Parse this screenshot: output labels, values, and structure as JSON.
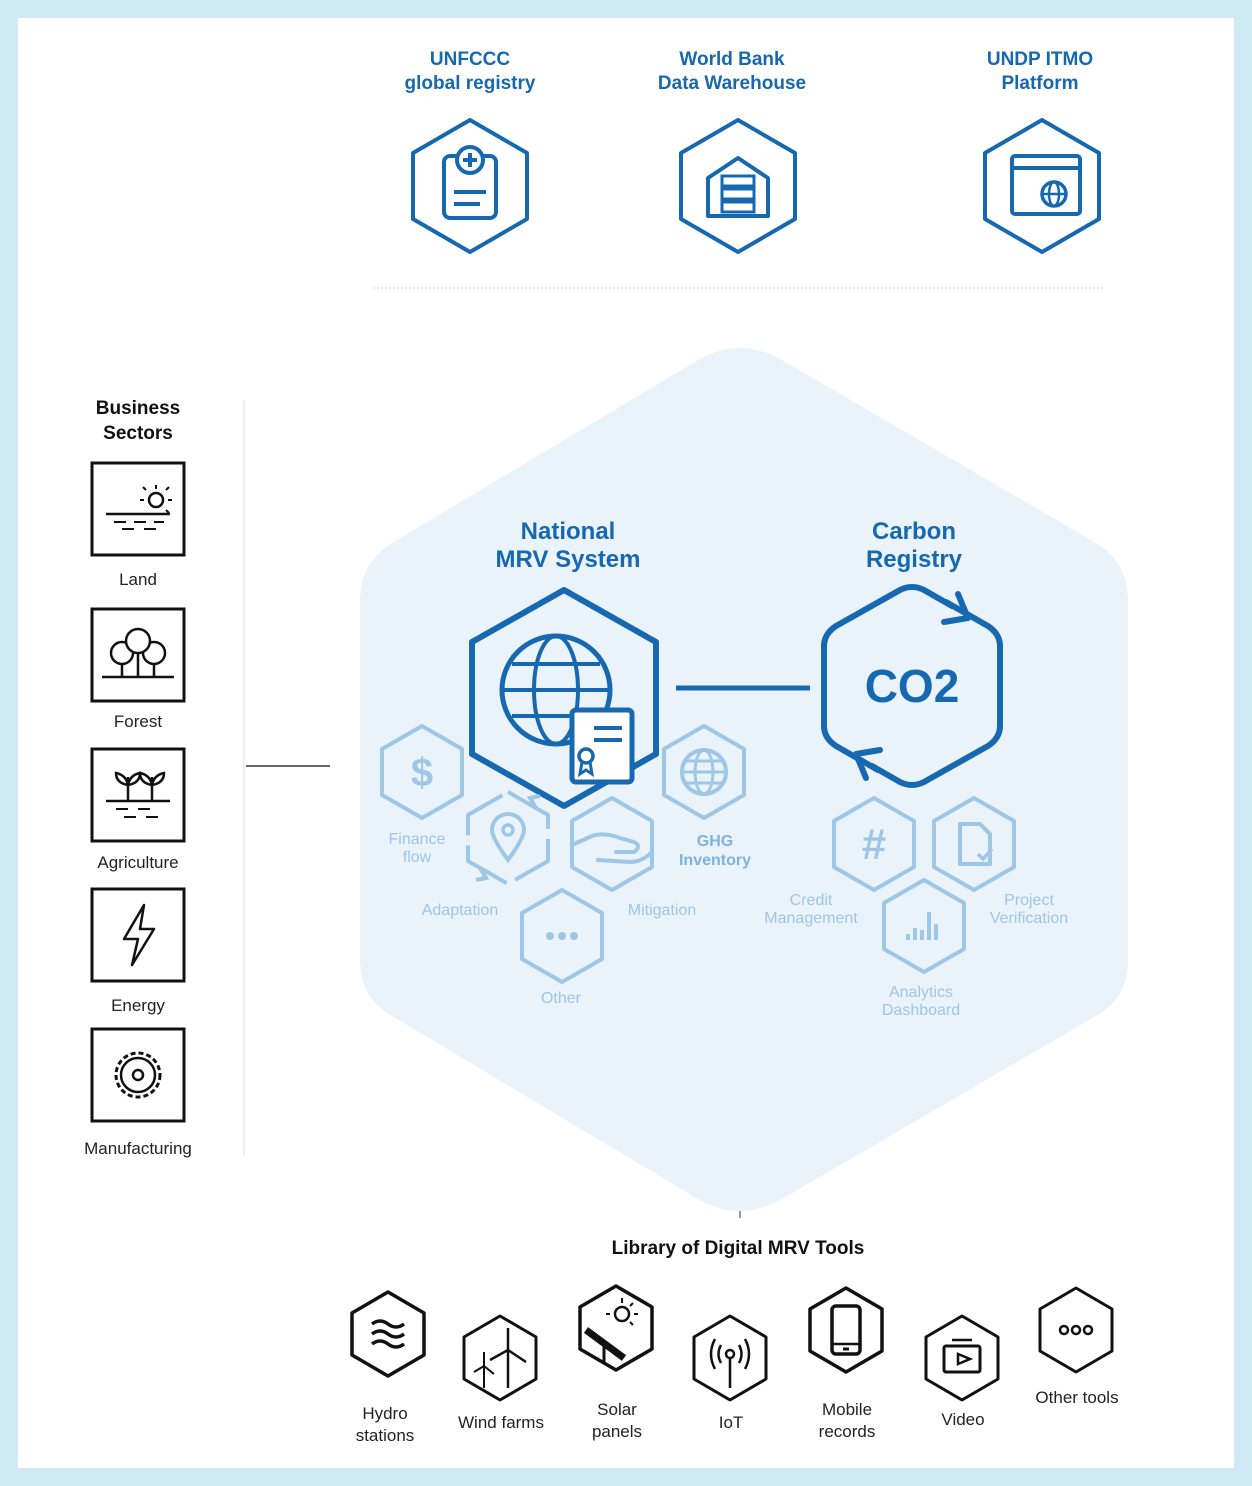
{
  "external_systems": [
    {
      "label": "UNFCCC\nglobal registry",
      "icon": "registry-document-icon"
    },
    {
      "label": "World Bank\nData Warehouse",
      "icon": "server-warehouse-icon"
    },
    {
      "label": "UNDP ITMO\nPlatform",
      "icon": "browser-globe-icon"
    }
  ],
  "business_sectors": {
    "title": "Business\nSectors",
    "items": [
      {
        "label": "Land",
        "icon": "land-sun-icon"
      },
      {
        "label": "Forest",
        "icon": "forest-trees-icon"
      },
      {
        "label": "Agriculture",
        "icon": "agriculture-plants-icon"
      },
      {
        "label": "Energy",
        "icon": "energy-lightning-icon"
      },
      {
        "label": "Manufacturing",
        "icon": "manufacturing-gear-icon"
      }
    ]
  },
  "mrv_system": {
    "title": "National\nMRV System",
    "icon": "globe-certificate-icon",
    "modules": [
      {
        "label": "Finance\nflow",
        "icon": "dollar-icon"
      },
      {
        "label": "Adaptation",
        "icon": "location-pin-icon"
      },
      {
        "label": "Mitigation",
        "icon": "hand-icon"
      },
      {
        "label": "GHG\nInventory",
        "icon": "globe-icon"
      },
      {
        "label": "Other",
        "icon": "dots-icon"
      }
    ]
  },
  "carbon_registry": {
    "title": "Carbon\nRegistry",
    "center_text": "CO2",
    "icon": "cycle-arrows-icon",
    "modules": [
      {
        "label": "Credit\nManagement",
        "icon": "hash-icon"
      },
      {
        "label": "Project\nVerification",
        "icon": "document-check-icon"
      },
      {
        "label": "Analytics\nDashboard",
        "icon": "bar-chart-icon"
      }
    ]
  },
  "library": {
    "title": "Library of Digital MRV Tools",
    "tools": [
      {
        "label": "Hydro\nstations",
        "icon": "water-waves-icon"
      },
      {
        "label": "Wind farms",
        "icon": "wind-turbine-icon"
      },
      {
        "label": "Solar\npanels",
        "icon": "solar-panel-icon"
      },
      {
        "label": "IoT",
        "icon": "antenna-icon"
      },
      {
        "label": "Mobile\nrecords",
        "icon": "mobile-phone-icon"
      },
      {
        "label": "Video",
        "icon": "video-play-icon"
      },
      {
        "label": "Other tools",
        "icon": "dots-icon"
      }
    ]
  },
  "colors": {
    "frame": "#cfeaf5",
    "primary_blue": "#1668b0",
    "light_blue": "#9ec6e6",
    "core_fill": "#eaf3fa",
    "dark": "#111111"
  }
}
